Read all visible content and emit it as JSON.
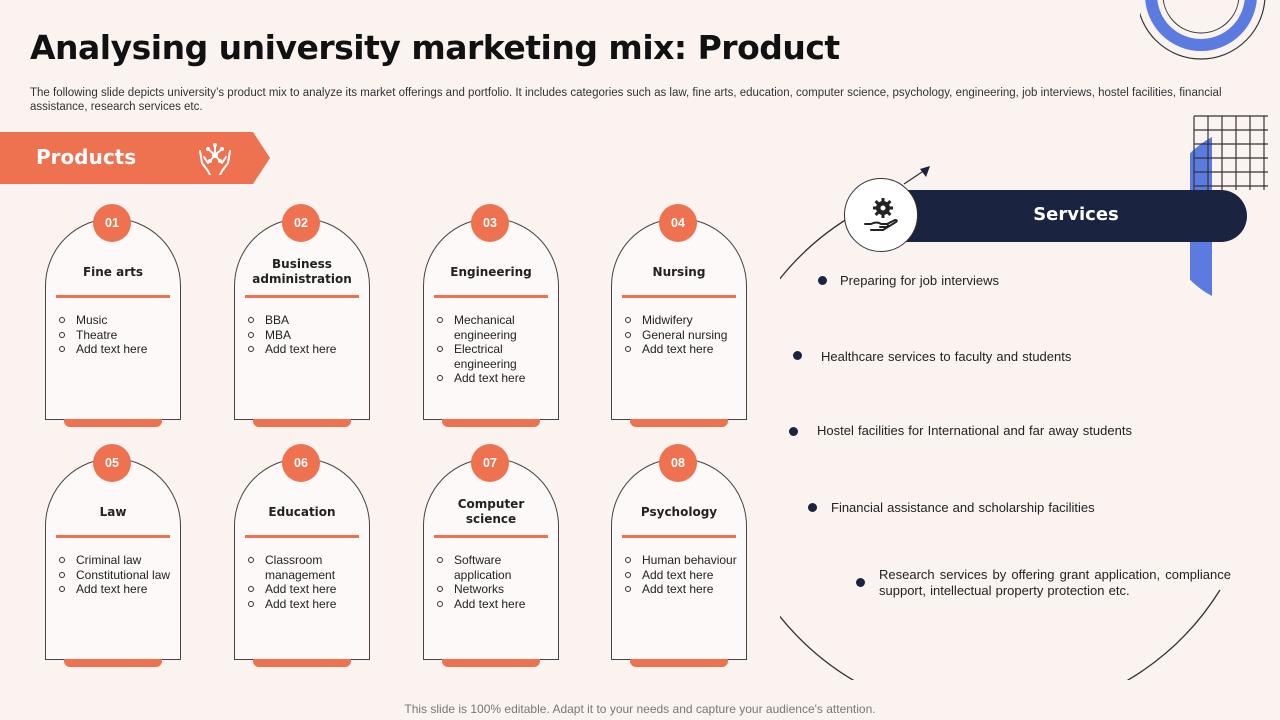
{
  "title": "Analysing university marketing mix: Product",
  "subtitle": "The following slide depicts university’s product mix to analyze its market offerings and portfolio. It includes categories such as law, fine arts, education, computer science, psychology, engineering, job interviews, hostel facilities, financial assistance, research services etc.",
  "products_label": "Products",
  "cards": [
    {
      "num": "01",
      "title": "Fine arts",
      "items": [
        "Music",
        "Theatre",
        "Add text here"
      ]
    },
    {
      "num": "02",
      "title": "Business administration",
      "items": [
        "BBA",
        "MBA",
        "Add text here"
      ]
    },
    {
      "num": "03",
      "title": "Engineering",
      "items": [
        "Mechanical engineering",
        "Electrical engineering",
        "Add text here"
      ]
    },
    {
      "num": "04",
      "title": "Nursing",
      "items": [
        "Midwifery",
        "General nursing",
        "Add text here"
      ]
    },
    {
      "num": "05",
      "title": "Law",
      "items": [
        "Criminal law",
        "Constitutional law",
        "Add text here"
      ]
    },
    {
      "num": "06",
      "title": "Education",
      "items": [
        "Classroom management",
        "Add text here",
        "Add text here"
      ]
    },
    {
      "num": "07",
      "title": "Computer science",
      "items": [
        "Software application",
        "Networks",
        "Add text here"
      ]
    },
    {
      "num": "08",
      "title": "Psychology",
      "items": [
        "Human behaviour",
        "Add text here",
        "Add text here"
      ]
    }
  ],
  "services_label": "Services",
  "services": [
    "Preparing for job interviews",
    "Healthcare services to faculty and students",
    "Hostel facilities for International  and far away students",
    "Financial assistance and scholarship facilities",
    "Research services by offering grant application, compliance support, intellectual property protection etc."
  ],
  "footer": "This slide is 100% editable. Adapt it to your needs and capture your audience's attention.",
  "colors": {
    "accent": "#ee7150",
    "navy": "#1a2340",
    "blue": "#5b7be0",
    "background": "#fbf3f0"
  },
  "icons": {
    "products": "hands-holding-network-icon",
    "services": "hand-holding-gear-icon"
  }
}
